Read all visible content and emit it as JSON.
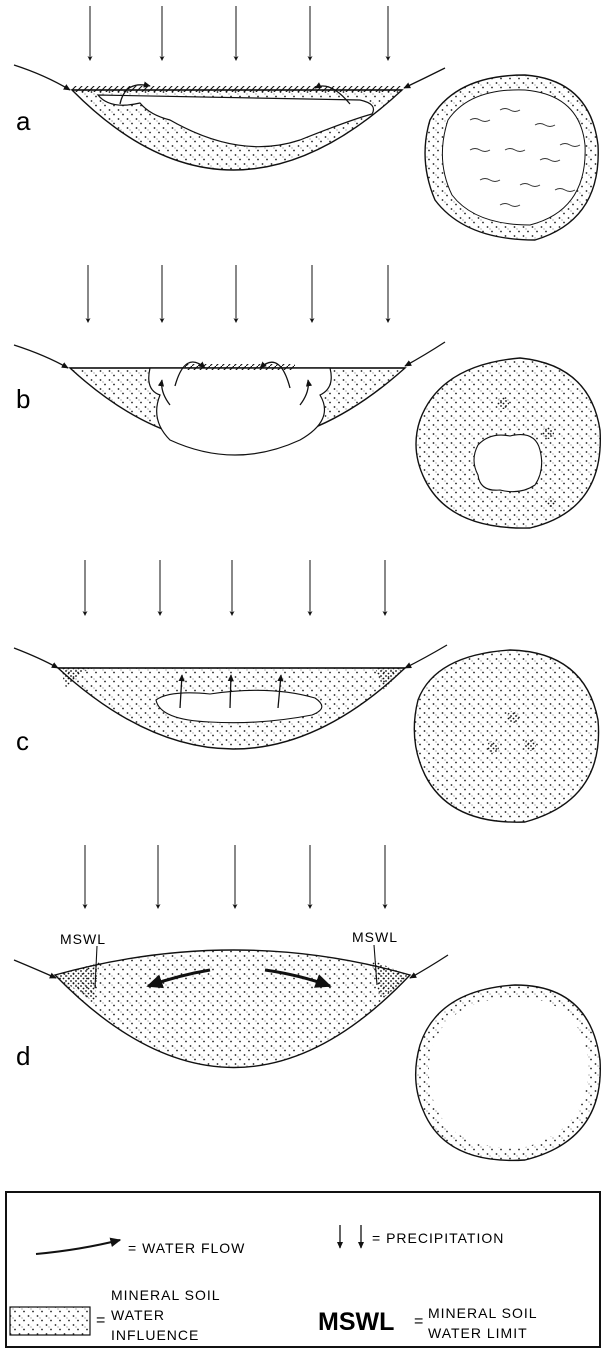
{
  "panels": [
    {
      "label": "a",
      "state": "open water surrounded by a thin mineral-soil-influenced margin"
    },
    {
      "label": "b",
      "state": "mineral-soil-influenced zone expanding, small central pool remaining"
    },
    {
      "label": "c",
      "state": "only a small lens of water remaining below the surface"
    },
    {
      "label": "d",
      "state": "basin fully filled, mineral soil water limited to margins"
    }
  ],
  "mswl_label": "MSWL",
  "legend": {
    "water_flow": "= WATER FLOW",
    "precipitation": "= PRECIPITATION",
    "mineral_soil_lines": [
      "MINERAL SOIL",
      "WATER",
      "INFLUENCE"
    ],
    "mineral_soil_eq": "=",
    "mswl_abbrev": "MSWL",
    "mswl_eq": "=",
    "mswl_lines": [
      "MINERAL SOIL",
      "WATER LIMIT"
    ]
  },
  "colors": {
    "ink": "#111111",
    "paper": "#ffffff"
  }
}
